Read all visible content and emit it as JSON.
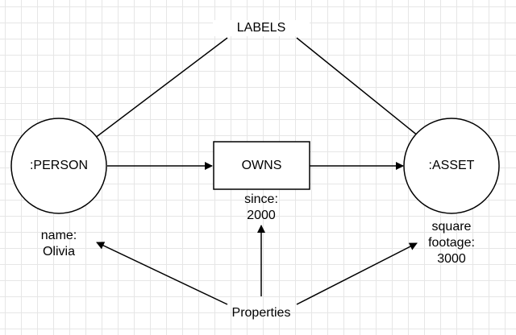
{
  "nodes": {
    "person": {
      "label": ":PERSON"
    },
    "owns": {
      "label": "OWNS"
    },
    "asset": {
      "label": ":ASSET"
    }
  },
  "annotations": {
    "labels": "LABELS",
    "properties": "Properties",
    "person_props": [
      "name:",
      "Olivia"
    ],
    "owns_props": [
      "since:",
      "2000"
    ],
    "asset_props": [
      "square",
      "footage:",
      "3000"
    ]
  },
  "colors": {
    "stroke": "#000000",
    "node_fill": "#ffffff",
    "grid": "#e6e6e6",
    "background": "#ffffff"
  }
}
